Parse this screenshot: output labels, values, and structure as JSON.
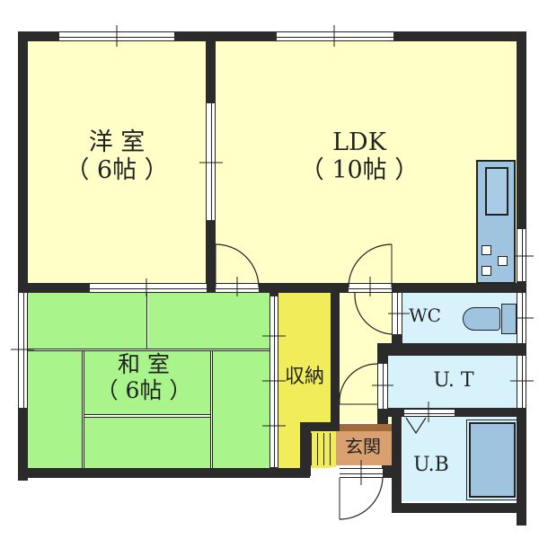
{
  "floorplan": {
    "colors": {
      "wall": "#2b2b2b",
      "western_room": "#ffffc8",
      "ldk": "#ffffc8",
      "japanese_room": "#a9f48b",
      "storage": "#f0ec5a",
      "genkan": "#d9a070",
      "wet_area": "#d8f2fb",
      "fixture": "#9ec4e0",
      "background": "#ffffff"
    },
    "rooms": [
      {
        "id": "western",
        "name": "洋 室",
        "size": "（ 6帖 ）"
      },
      {
        "id": "ldk",
        "name": "LDK",
        "size": "（ 10帖 ）"
      },
      {
        "id": "japanese",
        "name": "和 室",
        "size": "（ 6帖 ）"
      },
      {
        "id": "storage",
        "name": "収納"
      },
      {
        "id": "wc",
        "name": "WC"
      },
      {
        "id": "ut",
        "name": "U. T"
      },
      {
        "id": "ub",
        "name": "U.B"
      },
      {
        "id": "genkan",
        "name": "玄関"
      }
    ],
    "fixtures": [
      "kitchen-sink",
      "stove-burners",
      "toilet",
      "bathtub"
    ]
  }
}
